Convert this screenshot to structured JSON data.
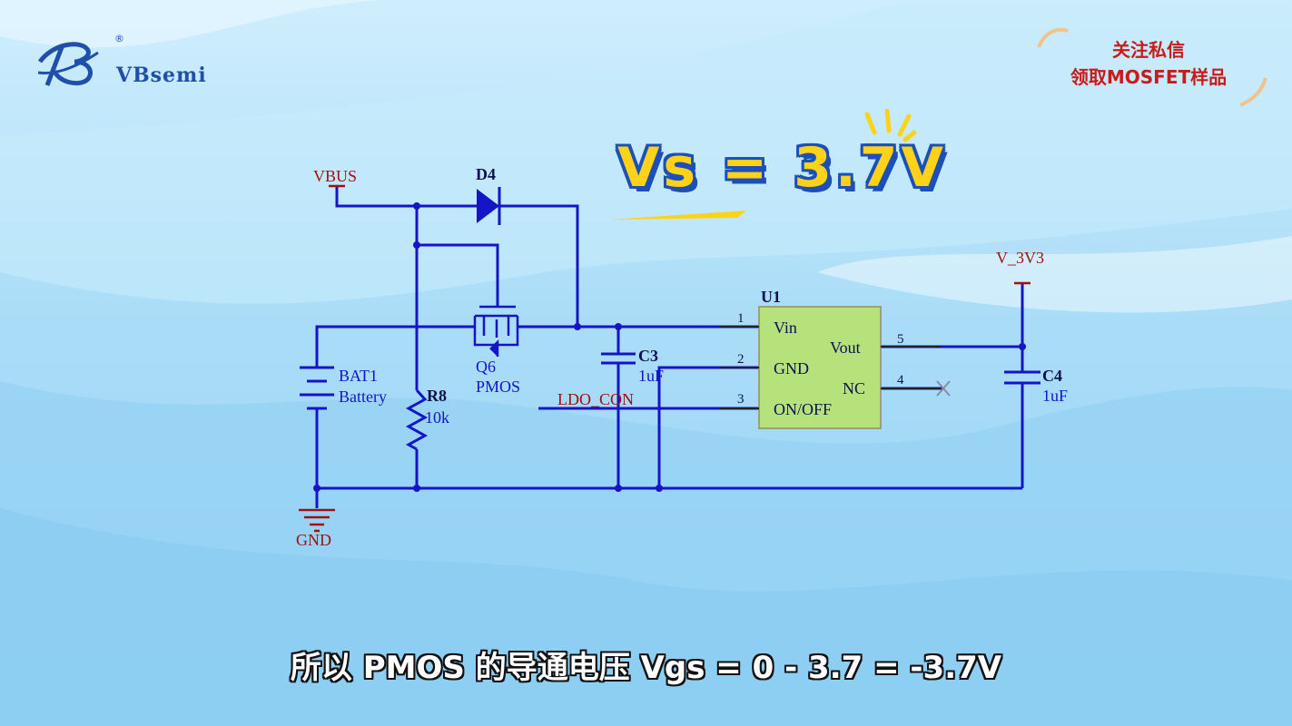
{
  "brand": {
    "name": "VBsemi",
    "registered": "®"
  },
  "promo": {
    "line1": "关注私信",
    "line2": "领取MOSFET样品"
  },
  "headline": "Vs = 3.7V",
  "subtitle": "所以 PMOS 的导通电压 Vgs = 0 - 3.7 = -3.7V",
  "colors": {
    "wire": "#1515c8",
    "net_label": "#a01010",
    "ic_fill": "#b5e27a",
    "headline": "#ffd21a",
    "promo": "#c81b1b"
  },
  "schematic": {
    "vbus": "VBUS",
    "gnd": "GND",
    "v3v3": "V_3V3",
    "ldo_con": "LDO_CON",
    "d4": "D4",
    "bat_ref": "BAT1",
    "bat_val": "Battery",
    "r8_ref": "R8",
    "r8_val": "10k",
    "q6_ref": "Q6",
    "q6_val": "PMOS",
    "c3_ref": "C3",
    "c3_val": "1uF",
    "c4_ref": "C4",
    "c4_val": "1uF",
    "u1_ref": "U1",
    "pins": {
      "vin": "Vin",
      "gnd": "GND",
      "onoff": "ON/OFF",
      "vout": "Vout",
      "nc": "NC",
      "n1": "1",
      "n2": "2",
      "n3": "3",
      "n4": "4",
      "n5": "5"
    }
  }
}
